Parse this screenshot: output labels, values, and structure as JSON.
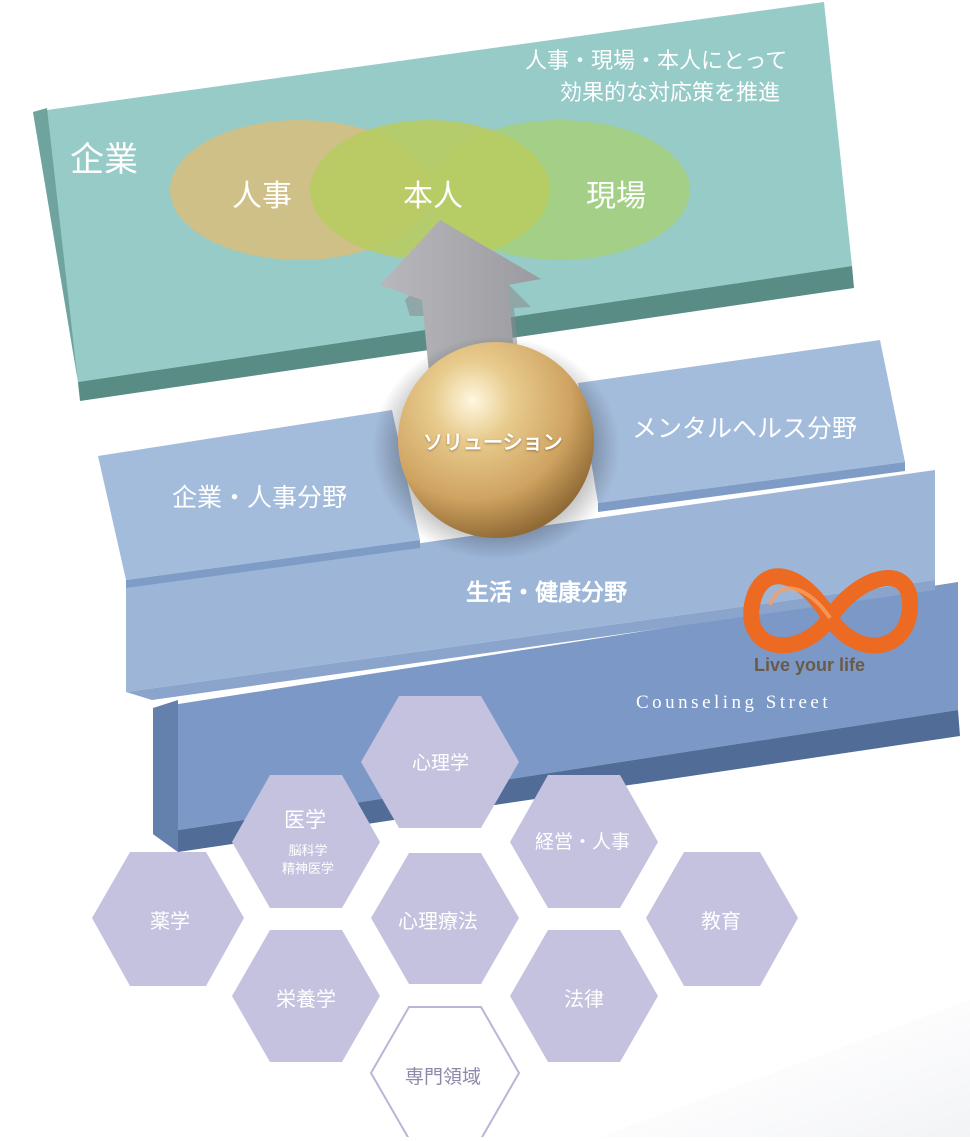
{
  "top_panel": {
    "company_label": "企業",
    "tagline_line1": "人事・現場・本人にとって",
    "tagline_line2": "効果的な対応策を推進",
    "circle_left": "人事",
    "circle_center": "本人",
    "circle_right": "現場"
  },
  "middle_panel": {
    "left_field": "企業・人事分野",
    "right_field": "メンタルヘルス分野",
    "bottom_field": "生活・健康分野"
  },
  "sphere_label": "ソリューション",
  "logo": {
    "tagline": "Live your life",
    "brand": "Counseling Street"
  },
  "hexagons": [
    {
      "label": "心理学",
      "sub": ""
    },
    {
      "label": "医学",
      "sub": "脳科学\n精神医学"
    },
    {
      "label": "経営・人事",
      "sub": ""
    },
    {
      "label": "薬学",
      "sub": ""
    },
    {
      "label": "心理療法",
      "sub": ""
    },
    {
      "label": "教育",
      "sub": ""
    },
    {
      "label": "栄養学",
      "sub": ""
    },
    {
      "label": "法律",
      "sub": ""
    },
    {
      "label": "専門領域",
      "sub": ""
    }
  ],
  "colors": {
    "top_face": "#96cbc8",
    "top_side": "#5a8c86",
    "mid_face": "#a3bad8",
    "mid_band": "#8eaad2",
    "base_face": "#7b98c6",
    "base_side": "#516c96",
    "hex_fill": "#c4c2df",
    "logo_orange": "#ec6a22",
    "logo_text": "#6a5a48"
  }
}
